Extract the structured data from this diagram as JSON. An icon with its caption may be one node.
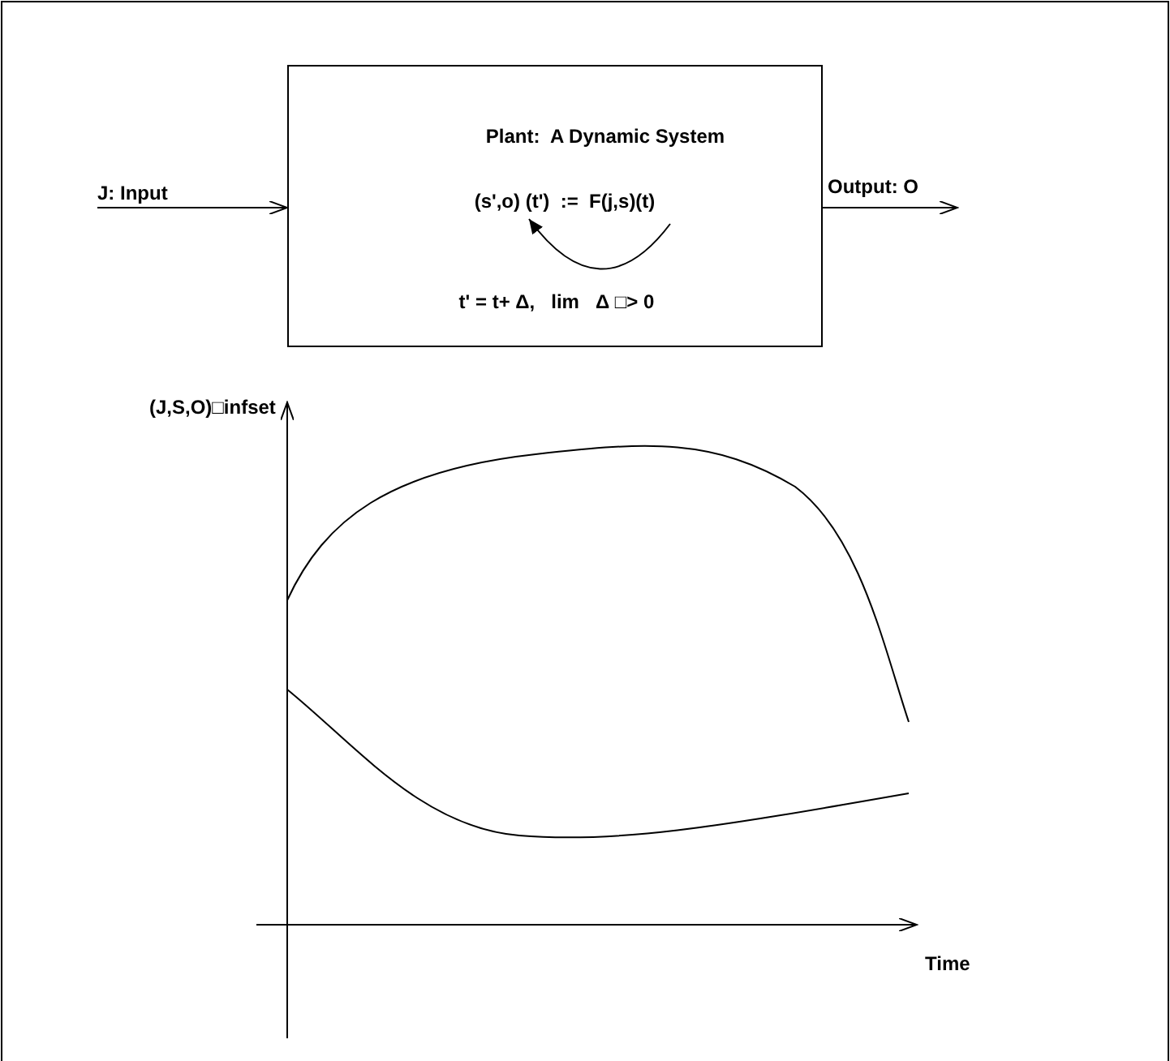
{
  "diagram": {
    "nodes": [
      {
        "text": [
          "Plant:  A Dynamic System",
          "t' = t+ Δ,   lim   Δ □> 0"
        ]
      },
      {
        "text": [
          "(s',o) (t')  :=  F(j,s)(t)"
        ],
        "in": 0
      }
    ],
    "edges": [
      {
        "from": null,
        "to": 0,
        "arrow": "to",
        "label": "J: Input"
      },
      {
        "from": 0,
        "to": null,
        "arrow": "to",
        "label": "Output: O"
      },
      {
        "from": null,
        "to": 1,
        "arrow": "to"
      }
    ],
    "labels": [
      "(J,S,O)□infset",
      "Time"
    ]
  }
}
